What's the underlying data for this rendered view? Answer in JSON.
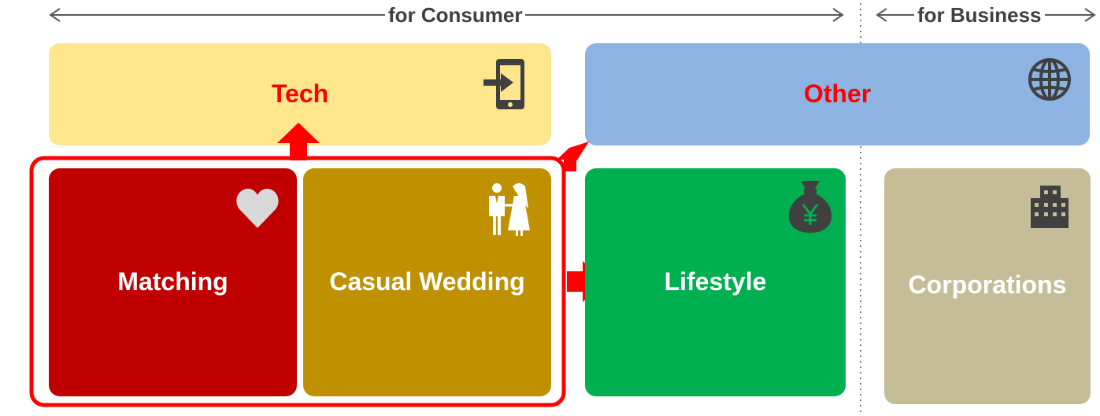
{
  "header": {
    "consumer": "for Consumer",
    "business": "for Business"
  },
  "boxes": {
    "tech": {
      "label": "Tech",
      "icon": "tablet-login-icon",
      "color": "#fde68c"
    },
    "other": {
      "label": "Other",
      "icon": "globe-icon",
      "color": "#8db3e2"
    },
    "matching": {
      "label": "Matching",
      "icon": "heart-icon",
      "color": "#c00000"
    },
    "casual_wedding": {
      "label": "Casual Wedding",
      "icon": "couple-icon",
      "color": "#bf9000"
    },
    "lifestyle": {
      "label": "Lifestyle",
      "icon": "money-bag-yen-icon",
      "color": "#00b050"
    },
    "corporations": {
      "label": "Corporations",
      "icon": "building-icon",
      "color": "#c4bd97"
    }
  },
  "colors": {
    "accent": "#ff0000",
    "text_gray": "#404040"
  }
}
